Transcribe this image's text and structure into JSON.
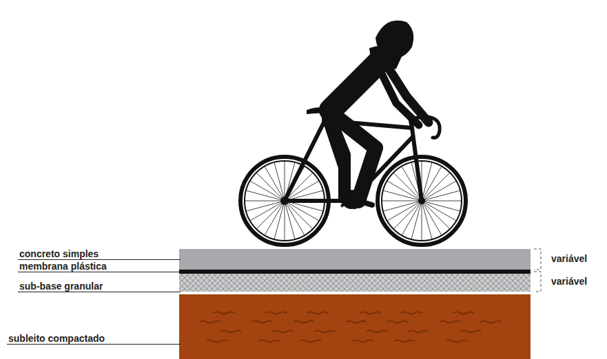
{
  "diagram": {
    "labels": [
      "concreto simples",
      "membrana plástica",
      "sub-base granular",
      "subleito compactado",
      "variável",
      "variável"
    ]
  }
}
